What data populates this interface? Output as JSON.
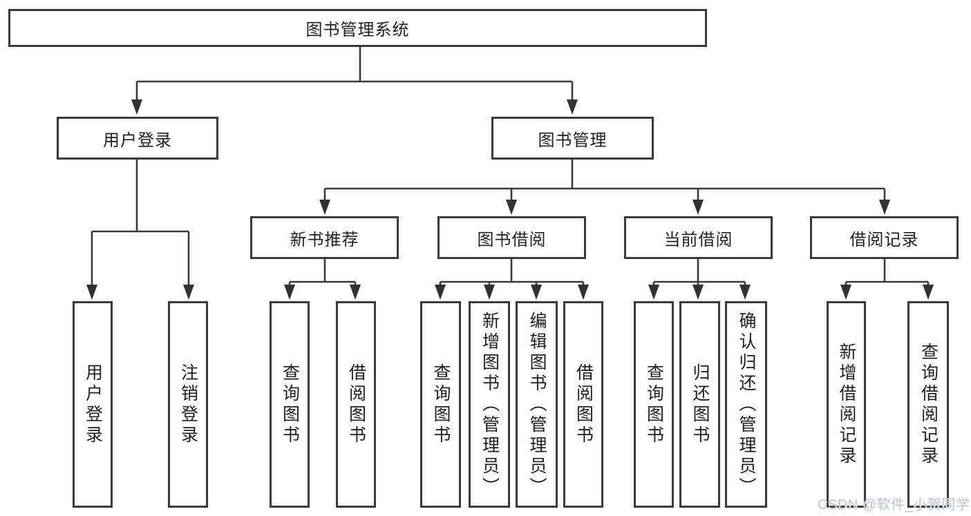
{
  "diagram": {
    "root": {
      "label": "图书管理系统"
    },
    "branches": [
      {
        "label": "用户登录",
        "children": [
          {
            "label": "用户登录"
          },
          {
            "label": "注销登录"
          }
        ]
      },
      {
        "label": "图书管理",
        "children": [
          {
            "label": "新书推荐",
            "children": [
              {
                "label": "查询图书"
              },
              {
                "label": "借阅图书"
              }
            ]
          },
          {
            "label": "图书借阅",
            "children": [
              {
                "label": "查询图书"
              },
              {
                "label": "新增图书（管理员）"
              },
              {
                "label": "编辑图书（管理员）"
              },
              {
                "label": "借阅图书"
              }
            ]
          },
          {
            "label": "当前借阅",
            "children": [
              {
                "label": "查询图书"
              },
              {
                "label": "归还图书"
              },
              {
                "label": "确认归还（管理员）"
              }
            ]
          },
          {
            "label": "借阅记录",
            "children": [
              {
                "label": "新增借阅记录"
              },
              {
                "label": "查询借阅记录"
              }
            ]
          }
        ]
      }
    ],
    "watermark": "CSDN @软件_小贺同学",
    "colors": {
      "line": "#3a3a3a",
      "box_border": "#3a3a3a",
      "text": "#1f1f1f",
      "watermark": "#c2c7cc",
      "background": "#ffffff"
    }
  }
}
